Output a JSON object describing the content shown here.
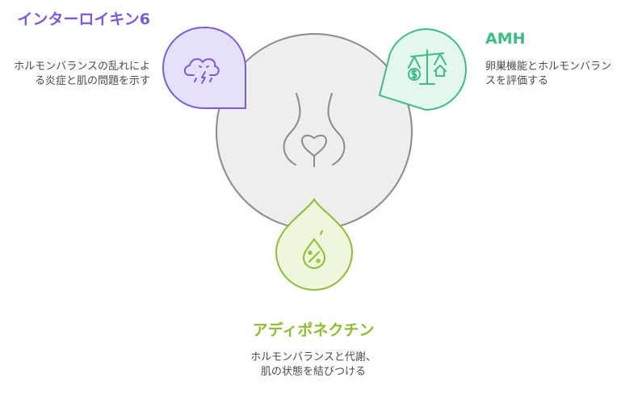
{
  "nodes": {
    "il6": {
      "title": "インターロイキン6",
      "description": "ホルモンバランスの乱れによる炎症と肌の問題を示す",
      "icon": "storm-cloud-icon",
      "color": "#7b5cd6",
      "fill": "#e6e1fb"
    },
    "amh": {
      "title": "AMH",
      "description": "卵巣機能とホルモンバランスを評価する",
      "icon": "scale-icon",
      "color": "#3dbd83",
      "fill": "#e3f7ec"
    },
    "adiponectin": {
      "title": "アディポネクチン",
      "description": "ホルモンバランスと代謝、肌の状態を結びつける",
      "icon": "percent-drop-icon",
      "color": "#8cbd32",
      "fill": "#eef6dc"
    }
  },
  "center": {
    "icon": "torso-heart-icon",
    "color": "#8a8a8a",
    "fill": "#eeeeee"
  }
}
